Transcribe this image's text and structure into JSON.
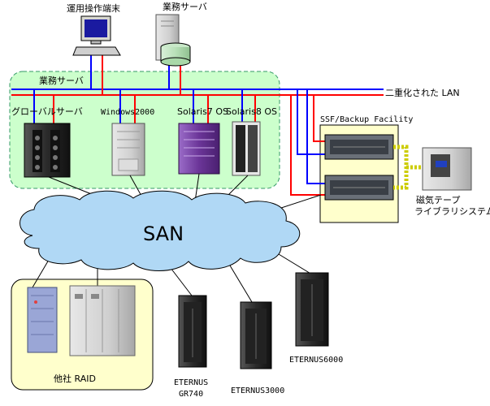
{
  "labels": {
    "terminal": "運用操作端末",
    "business_server_top": "業務サーバ",
    "business_server_group": "業務サーバ",
    "lan": "二重化された LAN",
    "global_server": "グローバルサーバ",
    "windows": "Windows2000",
    "solaris7": "Solaris7 OS",
    "solaris8": "Solaris8 OS",
    "backup": "SSF/Backup Facility",
    "tape_line1": "磁気テープ",
    "tape_line2": "ライブラリシステム",
    "san": "SAN",
    "raid": "他社 RAID",
    "gr740_line1": "ETERNUS",
    "gr740_line2": "GR740",
    "eternus3000": "ETERNUS3000",
    "eternus6000": "ETERNUS6000"
  },
  "colors": {
    "lan_blue": "#0000ff",
    "lan_red": "#ff0000",
    "san_cloud": "#b0d8f5",
    "server_group_bg": "#ccffcc",
    "server_group_border": "#339966",
    "raid_bg": "#ffffcc",
    "backup_bg": "#ffffcc",
    "solaris7_body": "#7a3fa8",
    "connector": "#000000",
    "tape_link": "#cccc00"
  }
}
